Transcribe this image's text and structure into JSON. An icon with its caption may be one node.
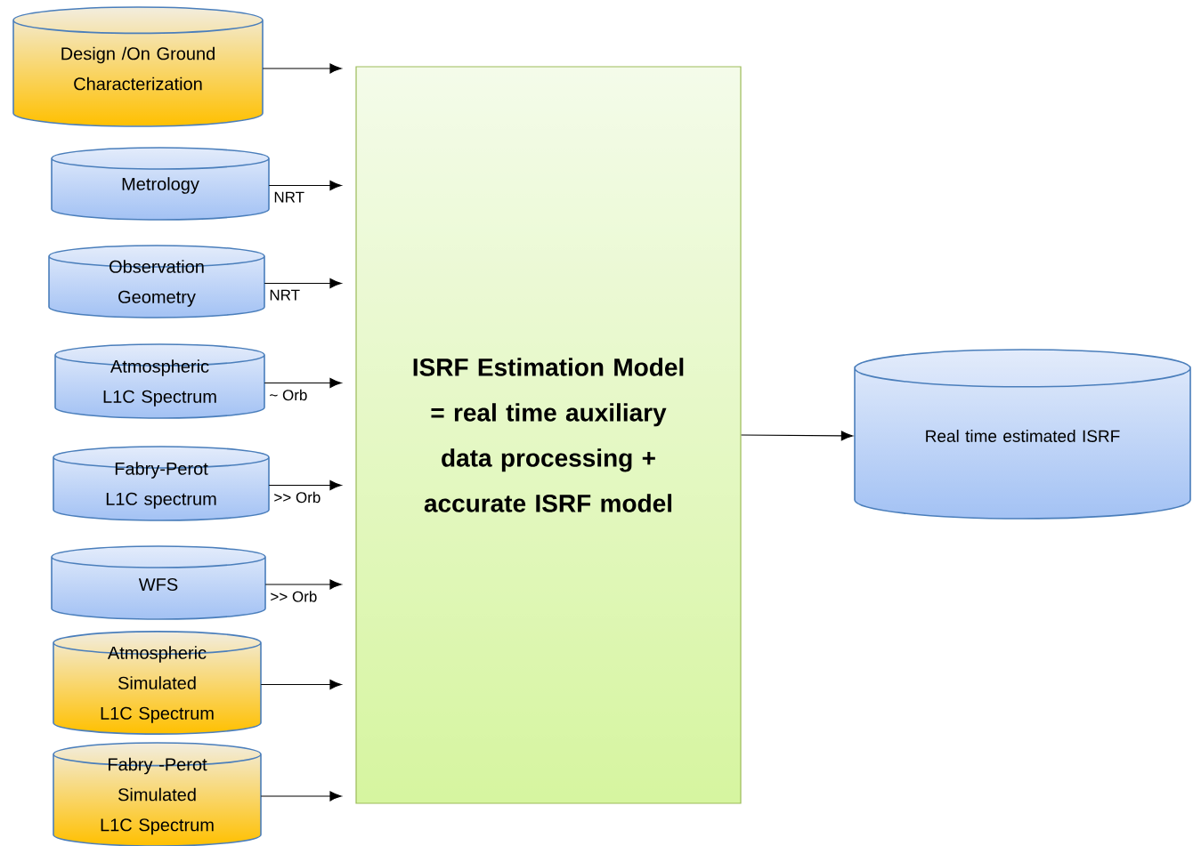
{
  "diagram": {
    "nodes": [
      {
        "text": [
          "Design /On Ground Characterization"
        ]
      },
      {
        "text": [
          "Metrology"
        ]
      },
      {
        "text": [
          "Observation Geometry"
        ]
      },
      {
        "text": [
          "Atmospheric L1C Spectrum"
        ]
      },
      {
        "text": [
          "Fabry-Perot L1C spectrum"
        ]
      },
      {
        "text": [
          "WFS"
        ]
      },
      {
        "text": [
          "Atmospheric Simulated  L1C Spectrum"
        ]
      },
      {
        "text": [
          "Fabry -Perot Simulated  L1C Spectrum"
        ]
      },
      {
        "text": [
          "ISRF Estimation Model",
          "= real time auxiliary data processing + accurate ISRF model"
        ]
      },
      {
        "text": [
          "Real time estimated ISRF"
        ]
      }
    ],
    "edges": [
      {
        "from": 0,
        "to": 8,
        "arrow": "to"
      },
      {
        "from": 1,
        "to": 8,
        "arrow": "to",
        "label": "NRT"
      },
      {
        "from": 2,
        "to": 8,
        "arrow": "to",
        "label": "NRT"
      },
      {
        "from": 3,
        "to": 8,
        "arrow": "to",
        "label": "~ Orb"
      },
      {
        "from": 4,
        "to": 8,
        "arrow": "to",
        "label": ">> Orb"
      },
      {
        "from": 5,
        "to": 8,
        "arrow": "to",
        "label": ">> Orb"
      },
      {
        "from": 6,
        "to": 8,
        "arrow": "to"
      },
      {
        "from": 7,
        "to": 8,
        "arrow": "to"
      },
      {
        "from": 8,
        "to": 9,
        "arrow": "to"
      }
    ]
  }
}
